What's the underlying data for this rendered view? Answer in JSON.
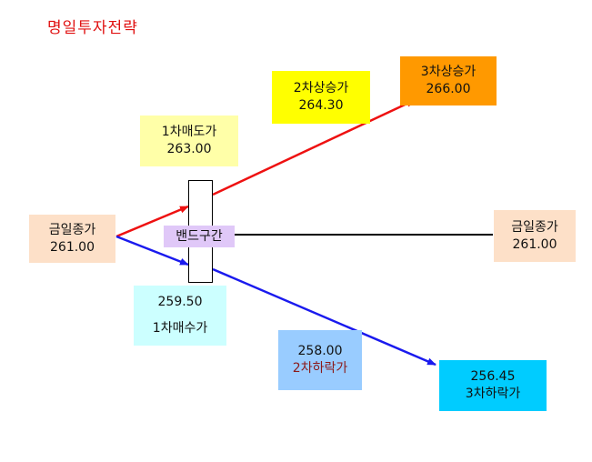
{
  "title": "명일투자전략",
  "colors": {
    "title": "#e01010",
    "up_line": "#ee1111",
    "down_line": "#1a1aee",
    "flat_line": "#000000",
    "up_label_text": "#8b1a1a"
  },
  "nodes": {
    "today_close_left": {
      "label": "금일종가",
      "value": "261.00",
      "bg": "#fde0c8"
    },
    "sell_1": {
      "label": "1차매도가",
      "value": "263.00",
      "bg": "#ffffa8"
    },
    "up_2": {
      "label": "2차상승가",
      "value": "264.30",
      "bg": "#ffff00"
    },
    "up_3": {
      "label": "3차상승가",
      "value": "266.00",
      "bg": "#ff9900"
    },
    "band": {
      "label": "밴드구간",
      "bg": "#e0c8f8"
    },
    "today_close_right": {
      "label": "금일종가",
      "value": "261.00",
      "bg": "#fde0c8"
    },
    "buy_1": {
      "label": "1차매수가",
      "value": "259.50",
      "bg": "#ccffff"
    },
    "down_2": {
      "label": "2차하락가",
      "value": "258.00",
      "bg": "#99ccff"
    },
    "down_3": {
      "label": "3차하락가",
      "value": "256.45",
      "bg": "#00ccff"
    }
  }
}
